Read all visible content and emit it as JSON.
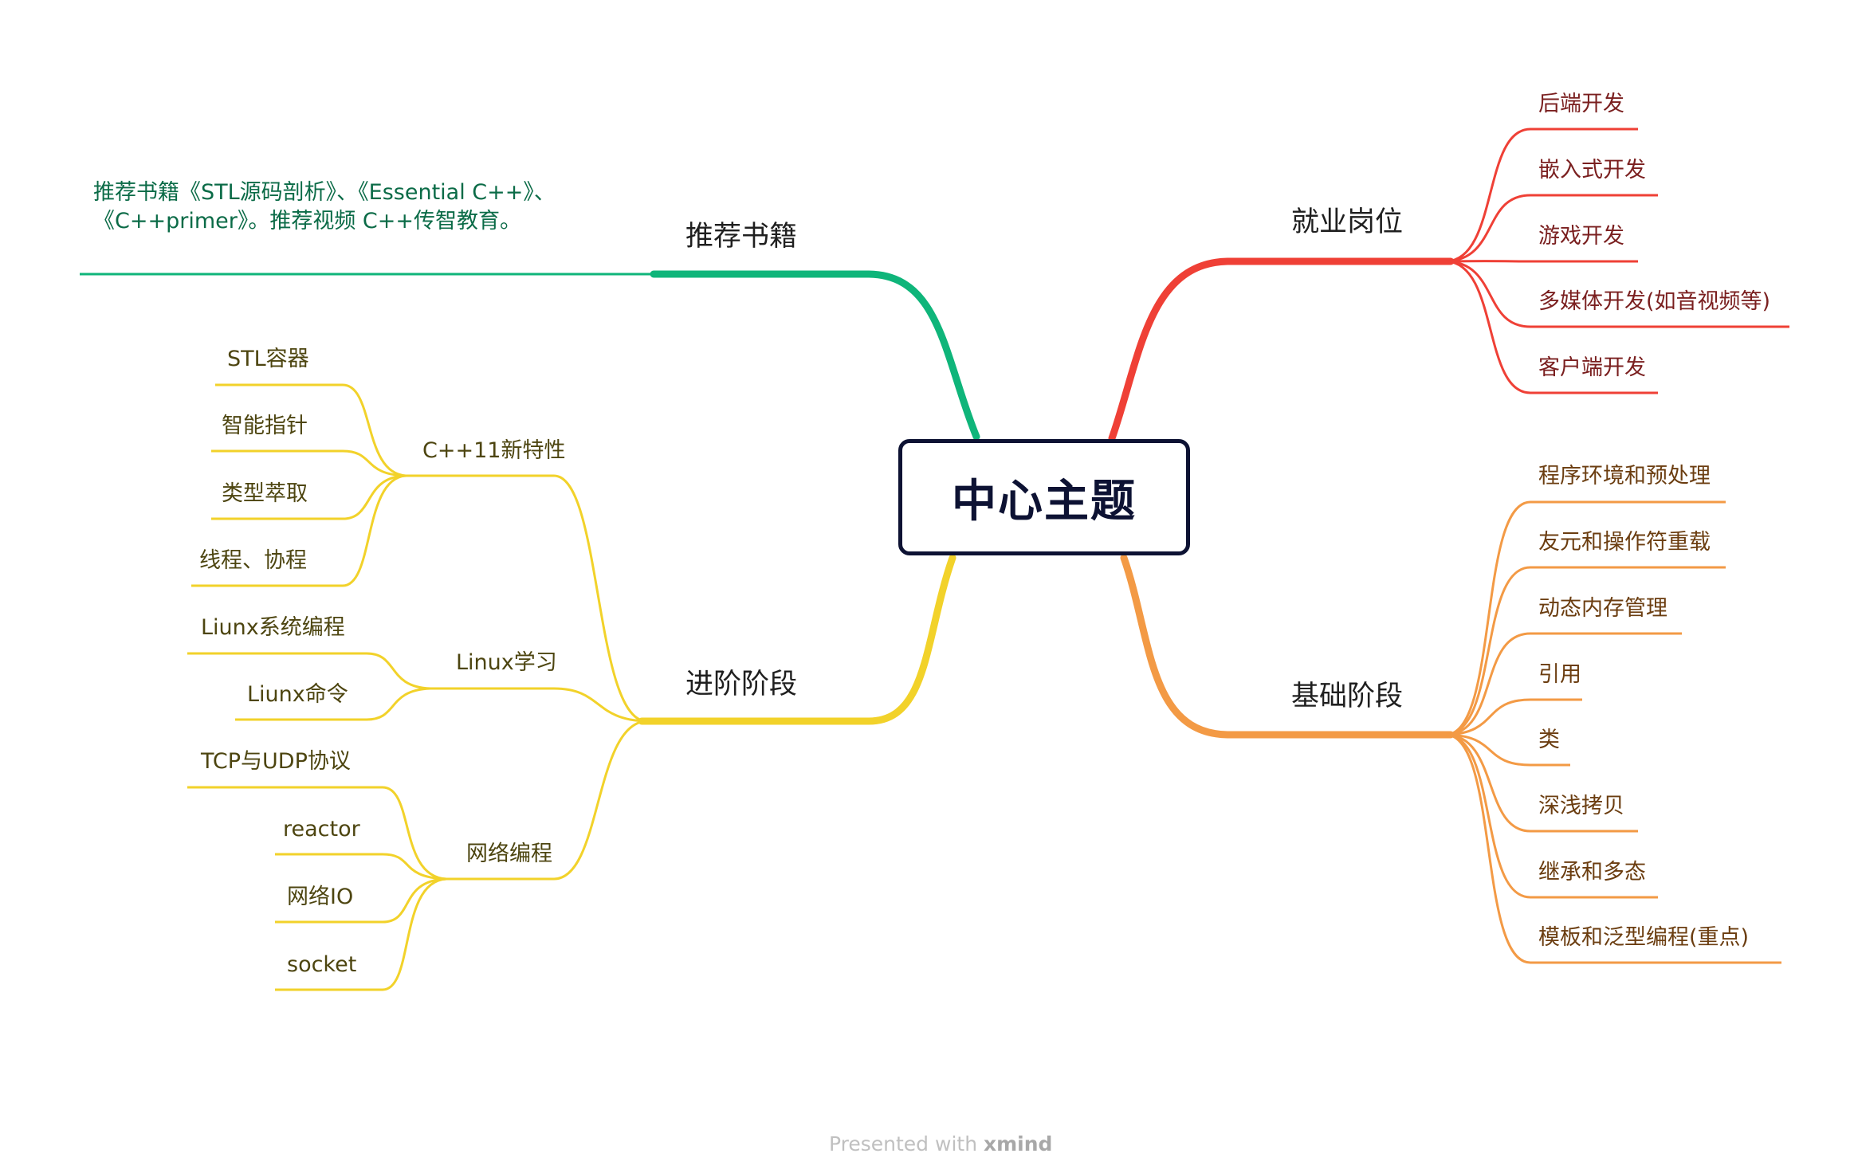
{
  "central_topic": "中心主题",
  "colors": {
    "red": "#ef4036",
    "orange": "#f39a45",
    "yellow": "#f2d22a",
    "green": "#0fb57a",
    "central_border": "#0d1233"
  },
  "branches": {
    "employment": {
      "label": "就业岗位",
      "items": [
        "后端开发",
        "嵌入式开发",
        "游戏开发",
        "多媒体开发(如音视频等)",
        "客户端开发"
      ]
    },
    "basics": {
      "label": "基础阶段",
      "items": [
        "程序环境和预处理",
        "友元和操作符重载",
        "动态内存管理",
        "引用",
        "类",
        "深浅拷贝",
        "继承和多态",
        "模板和泛型编程(重点)"
      ]
    },
    "books": {
      "label": "推荐书籍",
      "note": "推荐书籍《STL源码剖析》、《Essential C++》、《C++primer》。推荐视频 C++传智教育。"
    },
    "advanced": {
      "label": "进阶阶段",
      "cpp11": {
        "label": "C++11新特性",
        "items": [
          "STL容器",
          "智能指针",
          "类型萃取",
          "线程、协程"
        ]
      },
      "linux": {
        "label": "Linux学习",
        "items": [
          "Liunx系统编程",
          "Liunx命令"
        ]
      },
      "network": {
        "label": "网络编程",
        "items": [
          "TCP与UDP协议",
          "reactor",
          "网络IO",
          "socket"
        ]
      }
    }
  },
  "footer": {
    "prefix": "Presented with",
    "brand": "xmind"
  }
}
